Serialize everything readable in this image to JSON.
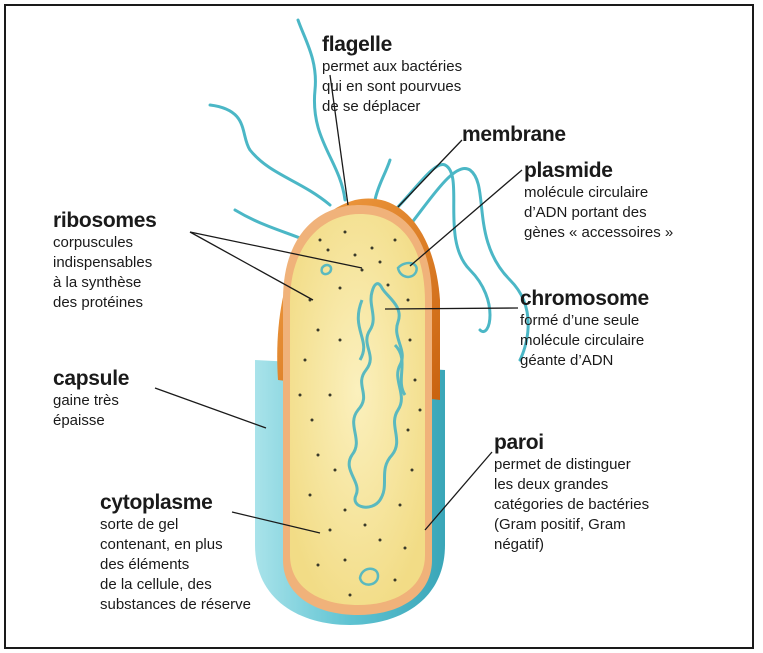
{
  "labels": {
    "flagelle": {
      "title": "flagelle",
      "desc": "permet aux bactéries\nqui en sont pourvues\nde se déplacer"
    },
    "membrane": {
      "title": "membrane",
      "desc": ""
    },
    "plasmide": {
      "title": "plasmide",
      "desc": "molécule circulaire\nd’ADN portant des\ngènes « accessoires »"
    },
    "ribosomes": {
      "title": "ribosomes",
      "desc": "corpuscules\nindispensables\nà la synthèse\ndes protéines"
    },
    "chromosome": {
      "title": "chromosome",
      "desc": "formé d’une seule\nmolécule circulaire\ngéante d’ADN"
    },
    "capsule": {
      "title": "capsule",
      "desc": "gaine très\népaisse"
    },
    "paroi": {
      "title": "paroi",
      "desc": "permet de distinguer\nles deux grandes\ncatégories de bactéries\n(Gram positif, Gram\nnégatif)"
    },
    "cytoplasme": {
      "title": "cytoplasme",
      "desc": "sorte de gel\ncontenant, en plus\ndes éléments\nde la cellule, des\nsubstances de réserve"
    }
  },
  "colors": {
    "capsule": "#5fc3d2",
    "wall": "#e07a1c",
    "cytoplasm": "#f7e7a0",
    "flagella": "#4bb7c6",
    "dna": "#5ab9bf",
    "text": "#1a1a1a"
  }
}
